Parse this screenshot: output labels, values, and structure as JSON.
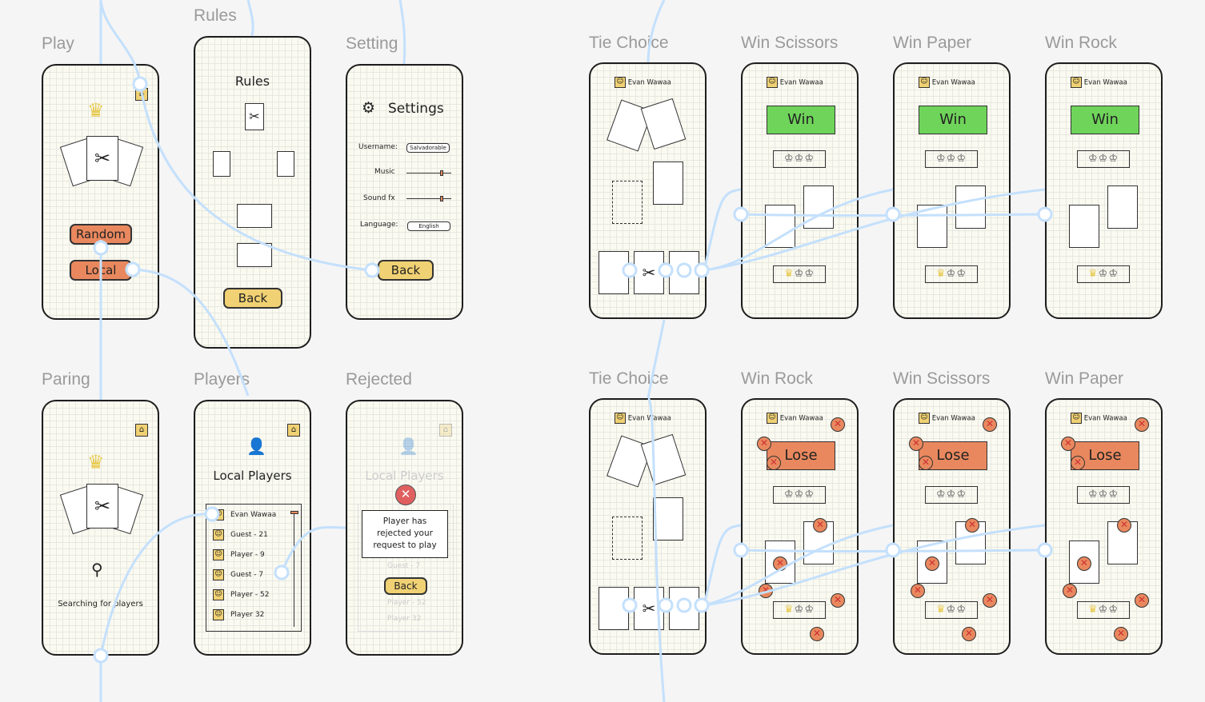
{
  "frames": {
    "play": {
      "label": "Play",
      "random": "Random",
      "local": "Local"
    },
    "rules": {
      "label": "Rules",
      "title": "Rules",
      "back": "Back"
    },
    "setting": {
      "label": "Setting",
      "title": "Settings",
      "username_label": "Username:",
      "username_value": "Salvadorable",
      "music_label": "Music",
      "music_level": 0.75,
      "sound_label": "Sound fx",
      "sound_level": 0.75,
      "language_label": "Language:",
      "language_value": "English",
      "back": "Back"
    },
    "paring": {
      "label": "Paring",
      "status": "Searching for players"
    },
    "players": {
      "label": "Players",
      "title": "Local Players",
      "list": [
        "Evan Wawaa",
        "Guest - 21",
        "Player - 9",
        "Guest - 7",
        "Player - 52",
        "Player 32"
      ]
    },
    "rejected": {
      "label": "Rejected",
      "title": "Local Players",
      "message": "Player has rejected your request to play",
      "back": "Back",
      "faded_list": [
        "Guest - 7",
        "Player - 52",
        "Player 32"
      ]
    },
    "tie_top": {
      "label": "Tie Choice",
      "player": "Evan Wawaa"
    },
    "tie_bottom": {
      "label": "Tie Choice",
      "player": "Evan Wawaa"
    },
    "win_scissors": {
      "label": "Win Scissors",
      "player": "Evan Wawaa",
      "result": "Win"
    },
    "win_paper": {
      "label": "Win Paper",
      "player": "Evan Wawaa",
      "result": "Win"
    },
    "win_rock": {
      "label": "Win Rock",
      "player": "Evan Wawaa",
      "result": "Win"
    },
    "lose_rock": {
      "label": "Win Rock",
      "player": "Evan Wawaa",
      "result": "Lose"
    },
    "lose_scissors": {
      "label": "Win Scissors",
      "player": "Evan Wawaa",
      "result": "Lose"
    },
    "lose_paper": {
      "label": "Win Paper",
      "player": "Evan Wawaa",
      "result": "Lose"
    }
  },
  "colors": {
    "win": "#6fd45a",
    "lose": "#e9885e",
    "accent": "#f0d173",
    "link": "#c4e0fc"
  }
}
